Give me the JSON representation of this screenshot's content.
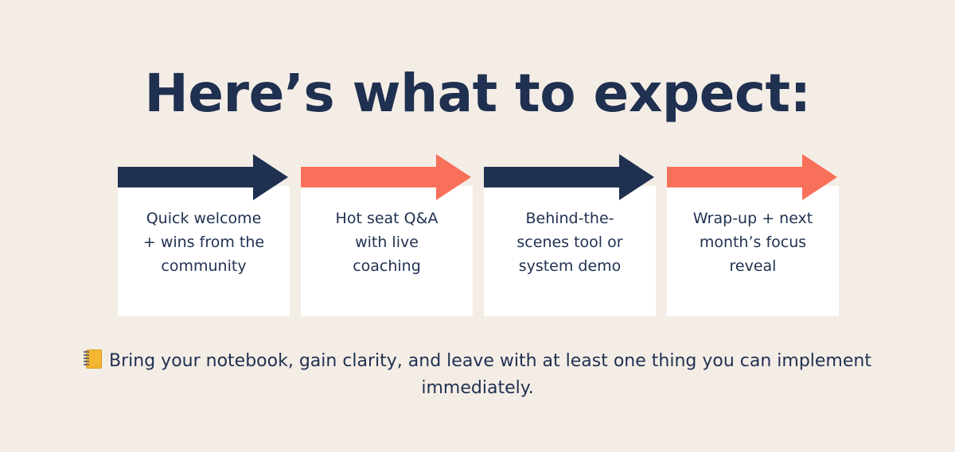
{
  "headline": "Here’s what to expect:",
  "colors": {
    "background": "#f4ede6",
    "navy": "#1f3050",
    "coral": "#f9705a",
    "card": "#ffffff"
  },
  "steps": [
    {
      "lines": [
        "Quick welcome",
        "+ wins from the",
        "community"
      ],
      "arrow_color": "#1f3050"
    },
    {
      "lines": [
        "Hot seat Q&A",
        "with live",
        "coaching"
      ],
      "arrow_color": "#f9705a"
    },
    {
      "lines": [
        "Behind-the-",
        "scenes tool or",
        "system demo"
      ],
      "arrow_color": "#1f3050"
    },
    {
      "lines": [
        "Wrap-up + next",
        "month’s focus",
        "reveal"
      ],
      "arrow_color": "#f9705a"
    }
  ],
  "note": {
    "icon": "notebook-icon",
    "line1": "Bring your notebook, gain clarity, and leave with at least one thing you can implement",
    "line2": "immediately."
  }
}
